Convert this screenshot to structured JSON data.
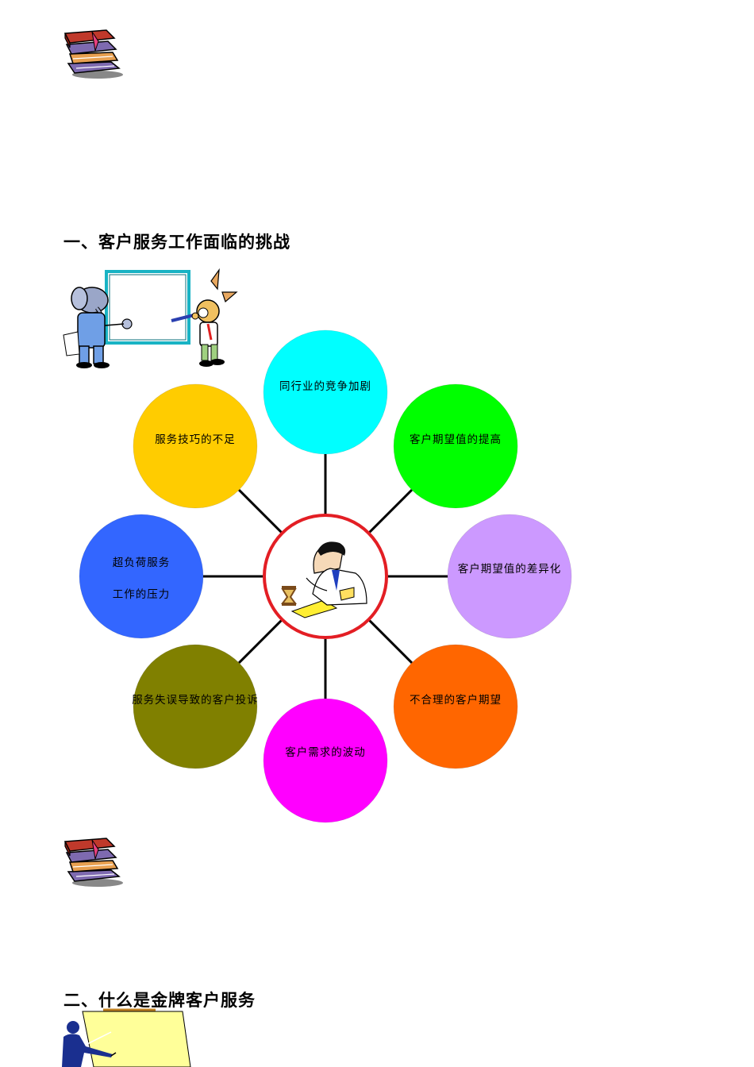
{
  "section1": {
    "title": "一、客户服务工作面临的挑战"
  },
  "section2": {
    "title": "二、什么是金牌客户服务"
  },
  "diagram": {
    "center": {
      "figure": "stressed-worker-clipart",
      "ring_color": "#e31e24"
    },
    "nodes": [
      {
        "lines": [
          "同行业的竞争加剧"
        ],
        "color": "#00ffff"
      },
      {
        "lines": [
          "客户期望值的提高"
        ],
        "color": "#00ff00"
      },
      {
        "lines": [
          "客户期望值的差异化"
        ],
        "color": "#cc99ff"
      },
      {
        "lines": [
          "不合理的客户期望"
        ],
        "color": "#ff6600"
      },
      {
        "lines": [
          "客户需求的波动"
        ],
        "color": "#ff00ff"
      },
      {
        "lines": [
          "服务失误导致的客户投诉"
        ],
        "color": "#808000"
      },
      {
        "lines": [
          "超负荷服务",
          "工作的压力"
        ],
        "color": "#3366ff"
      },
      {
        "lines": [
          "服务技巧的不足"
        ],
        "color": "#ffcc00"
      }
    ]
  },
  "icons": [
    "books-icon",
    "books-icon",
    "elephant-rabbit-whiteboard-icon",
    "presenter-icon"
  ]
}
